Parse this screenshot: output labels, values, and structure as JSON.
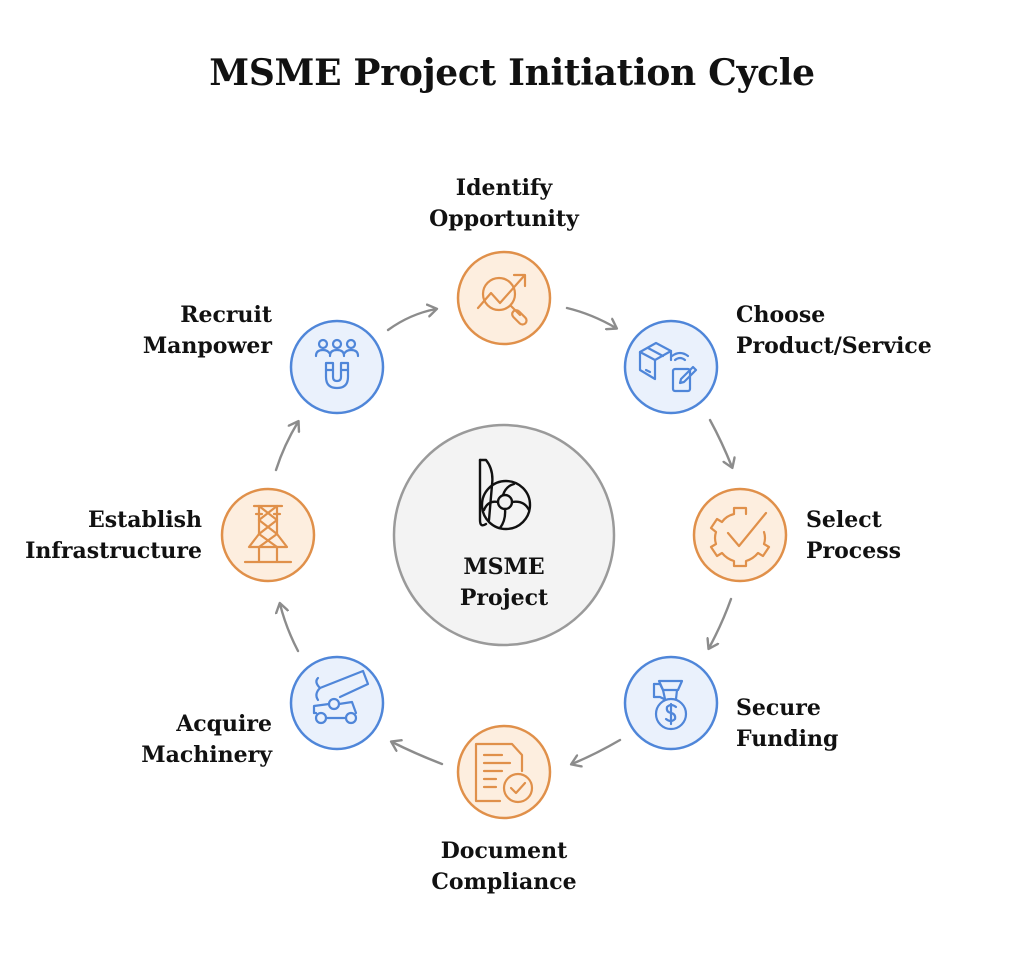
{
  "title": "MSME Project Initiation Cycle",
  "center": {
    "line1": "MSME",
    "line2": "Project",
    "icon": "stylized-b-logo-icon"
  },
  "colors": {
    "orange_stroke": "#E0904A",
    "orange_fill": "#FDEEDF",
    "blue_stroke": "#4F86D9",
    "blue_fill": "#EAF1FC",
    "center_fill": "#F3F3F3",
    "center_stroke": "#9A9A9A",
    "arrow": "#8C8C8C"
  },
  "steps": [
    {
      "line1": "Identify",
      "line2": "Opportunity",
      "icon": "chart-search-icon",
      "color": "orange"
    },
    {
      "line1": "Choose",
      "line2": "Product/Service",
      "icon": "box-tablet-icon",
      "color": "blue"
    },
    {
      "line1": "Select",
      "line2": "Process",
      "icon": "gear-check-icon",
      "color": "orange"
    },
    {
      "line1": "Secure",
      "line2": "Funding",
      "icon": "money-bag-icon",
      "color": "blue"
    },
    {
      "line1": "Document",
      "line2": "Compliance",
      "icon": "document-check-icon",
      "color": "orange"
    },
    {
      "line1": "Acquire",
      "line2": "Machinery",
      "icon": "crane-vehicle-icon",
      "color": "blue"
    },
    {
      "line1": "Establish",
      "line2": "Infrastructure",
      "icon": "tower-icon",
      "color": "orange"
    },
    {
      "line1": "Recruit",
      "line2": "Manpower",
      "icon": "people-magnet-icon",
      "color": "blue"
    }
  ]
}
